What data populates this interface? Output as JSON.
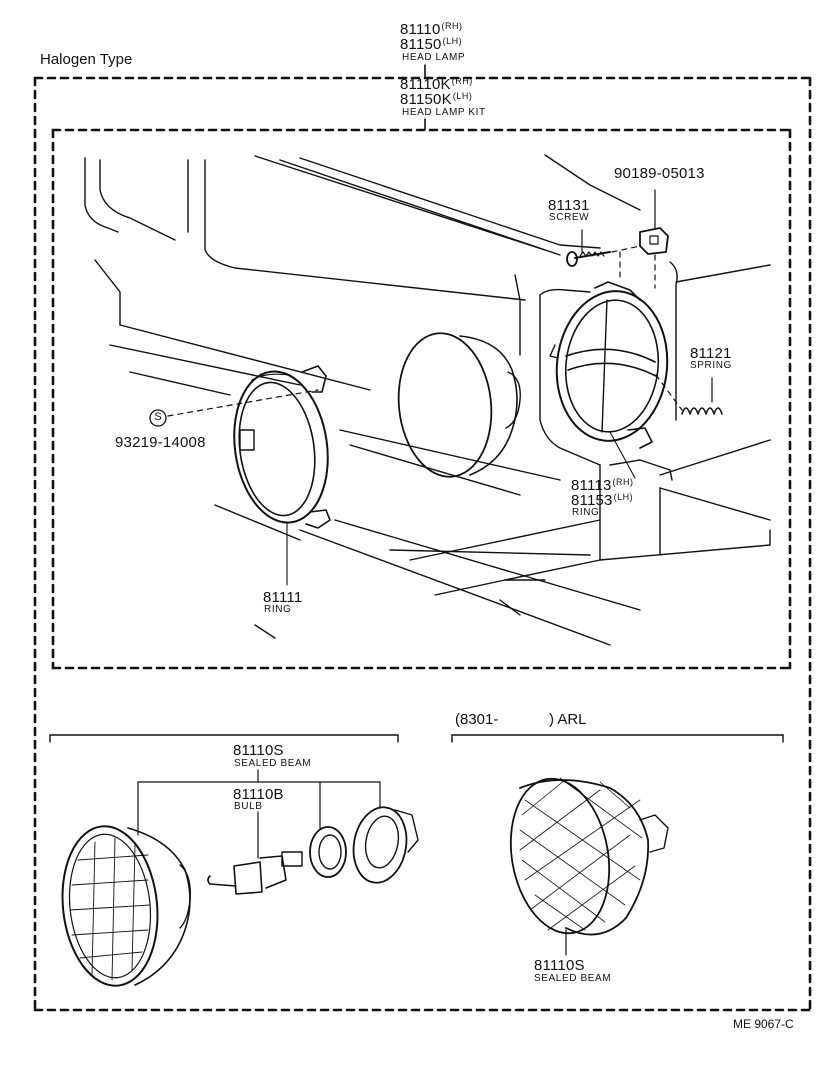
{
  "title": "Halogen Type",
  "head_lamp": {
    "part_rh": "81110",
    "part_lh": "81150",
    "rh": "(RH)",
    "lh": "(LH)",
    "name": "HEAD LAMP"
  },
  "head_lamp_kit": {
    "part_rh": "81110K",
    "part_lh": "81150K",
    "rh": "(RH)",
    "lh": "(LH)",
    "name": "HEAD LAMP KIT"
  },
  "parts": {
    "clip_number": "90189-05013",
    "screw_number": "81131",
    "screw_name": "SCREW",
    "spring_number": "81121",
    "spring_name": "SPRING",
    "ring_rh_number": "81113",
    "ring_lh_number": "81153",
    "ring_rh": "(RH)",
    "ring_lh": "(LH)",
    "ring_name": "RING",
    "std_symbol": "S",
    "std_number": "93219-14008",
    "ring2_number": "81111",
    "ring2_name": "RING"
  },
  "lower_left": {
    "beam_number": "81110S",
    "beam_name": "SEALED BEAM",
    "bulb_number": "81110B",
    "bulb_name": "BULB"
  },
  "lower_right": {
    "range_start": "(8301-",
    "range_end": ") ARL",
    "beam_number": "81110S",
    "beam_name": "SEALED BEAM"
  },
  "footer_code": "ME  9067-C"
}
